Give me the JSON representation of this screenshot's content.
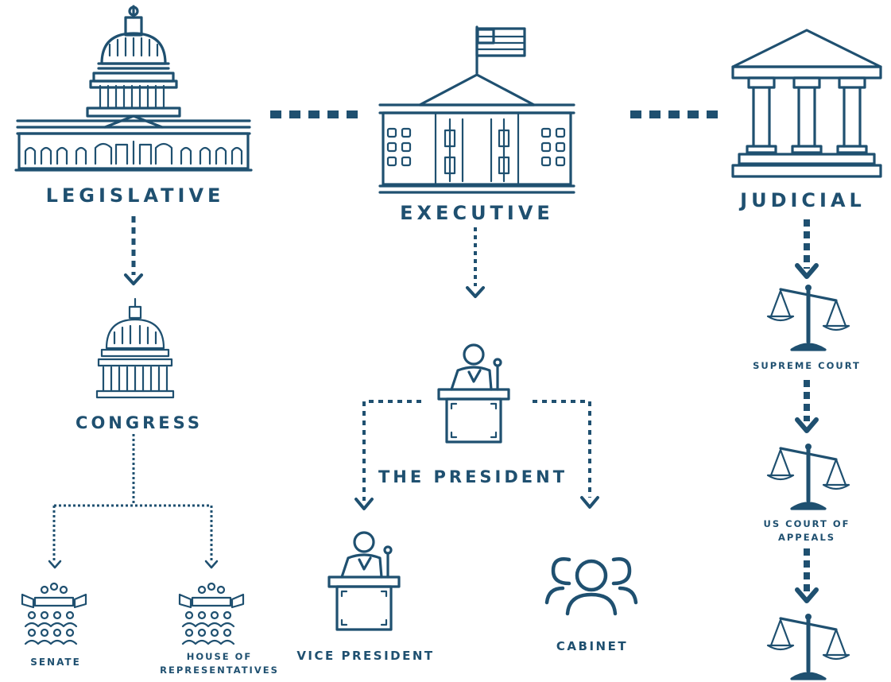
{
  "colors": {
    "primary": "#1f5070",
    "background": "#ffffff"
  },
  "branches": {
    "legislative": {
      "label": "LEGISLATIVE"
    },
    "executive": {
      "label": "EXECUTIVE"
    },
    "judicial": {
      "label": "JUDICIAL"
    }
  },
  "legislative": {
    "congress": "CONGRESS",
    "senate": "SENATE",
    "house": "HOUSE OF REPRESENTATIVES"
  },
  "executive": {
    "president": "THE PRESIDENT",
    "vice_president": "VICE PRESIDENT",
    "cabinet": "CABINET"
  },
  "judicial": {
    "supreme_court": "SUPREME COURT",
    "appeals_court": "US COURT OF APPEALS"
  },
  "icons": [
    "capitol-icon",
    "white-house-icon",
    "courthouse-icon",
    "podium-icon",
    "group-icon",
    "assembly-icon",
    "scales-icon"
  ]
}
